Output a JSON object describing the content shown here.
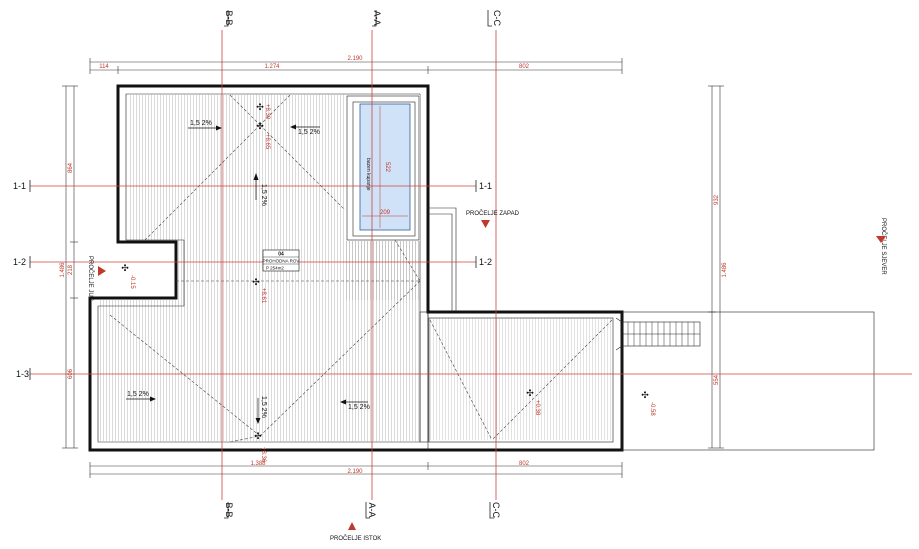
{
  "sections": {
    "top": {
      "bb": "B-B",
      "aa": "A-A",
      "cc": "C-C"
    },
    "bottom": {
      "bb": "B-B",
      "aa": "A-A",
      "cc": "C-C"
    },
    "left": {
      "s11": "1-1",
      "s12": "1-2",
      "s13": "1-3"
    },
    "right": {
      "s11": "1-1",
      "s12": "1-2"
    }
  },
  "dims": {
    "top_total": "2.190",
    "top_a": "114",
    "top_b": "1.274",
    "top_c": "802",
    "bottom_total": "2.190",
    "bottom_a": "1.388",
    "bottom_c": "802",
    "left_1": "864",
    "left_2": "1.486",
    "left_3": "218",
    "left_4": "606",
    "right_1": "932",
    "right_2": "1.486",
    "right_3": "554",
    "pool_h": "522",
    "pool_w": "209"
  },
  "slopes": {
    "s1": "1,5 2%",
    "s2": "1,5 2%",
    "s3": "1,5 2%",
    "s4": "1,5 2%",
    "s5": "1,5 2%",
    "s6": "1,5 2%"
  },
  "levels": {
    "l1": "+8.30",
    "l2": "+8.65",
    "l3": "+8.61",
    "l4": "-0.15",
    "l5": "+0.38",
    "l6": "-0.58",
    "l7": "+8.36"
  },
  "pool": {
    "label": "bazen kupanje"
  },
  "room": {
    "id": "04",
    "name": "PROHODNA ROV",
    "area": "P 254m2"
  },
  "facades": {
    "west": "PROČELJE ZAPAD",
    "south": "PROČELJE JUG",
    "north": "PROČELJE SJEVER",
    "east": "PROČELJE ISTOK"
  }
}
